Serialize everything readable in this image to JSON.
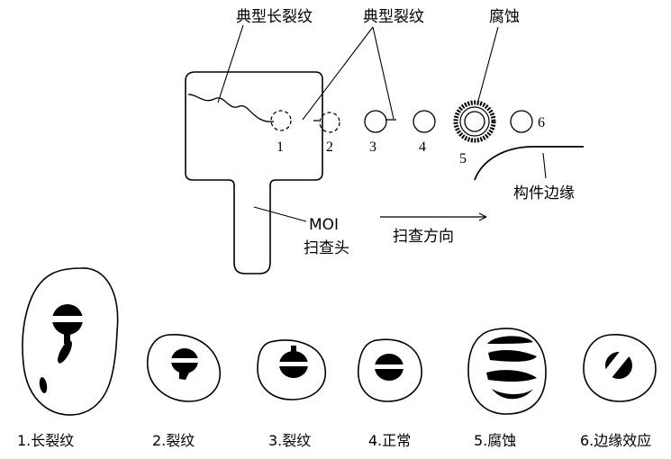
{
  "annotations": {
    "long_crack": "典型长裂纹",
    "crack": "典型裂纹",
    "corrosion": "腐蚀",
    "probe_line1": "MOI",
    "probe_line2": "扫查头",
    "scan_direction": "扫查方向",
    "member_edge": "构件边缘"
  },
  "positions": [
    "1",
    "2",
    "3",
    "4",
    "5",
    "6"
  ],
  "results": [
    {
      "label": "1.长裂纹"
    },
    {
      "label": "2.裂纹"
    },
    {
      "label": "3.裂纹"
    },
    {
      "label": "4.正常"
    },
    {
      "label": "5.腐蚀"
    },
    {
      "label": "6.边缘效应"
    }
  ],
  "colors": {
    "ink": "#000000",
    "paper": "#ffffff"
  }
}
